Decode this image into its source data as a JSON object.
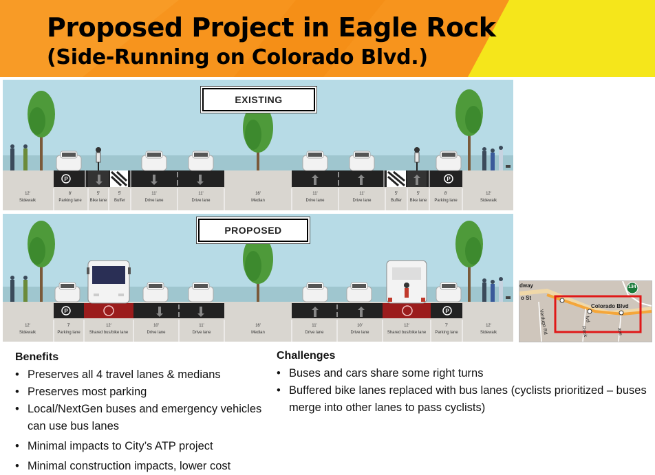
{
  "header": {
    "title_line1": "Proposed Project in Eagle Rock",
    "title_line2": "(Side-Running on Colorado Blvd.)",
    "colors": {
      "orange": "#f7941d",
      "yellow": "#f5e61b"
    }
  },
  "existing": {
    "banner": "EXISTING",
    "lanes": [
      {
        "width": "12'",
        "name": "Sidewalk"
      },
      {
        "width": "8'",
        "name": "Parking lane"
      },
      {
        "width": "5'",
        "name": "Bike lane"
      },
      {
        "width": "5'",
        "name": "Buffer"
      },
      {
        "width": "11'",
        "name": "Drive lane"
      },
      {
        "width": "11'",
        "name": "Drive lane"
      },
      {
        "width": "16'",
        "name": "Median"
      },
      {
        "width": "11'",
        "name": "Drive lane"
      },
      {
        "width": "11'",
        "name": "Drive lane"
      },
      {
        "width": "5'",
        "name": "Buffer"
      },
      {
        "width": "5'",
        "name": "Bike lane"
      },
      {
        "width": "8'",
        "name": "Parking lane"
      },
      {
        "width": "12'",
        "name": "Sidewalk"
      }
    ]
  },
  "proposed": {
    "banner": "PROPOSED",
    "lanes": [
      {
        "width": "12'",
        "name": "Sidewalk"
      },
      {
        "width": "7'",
        "name": "Parking lane"
      },
      {
        "width": "12'",
        "name": "Shared bus/bike lane"
      },
      {
        "width": "10'",
        "name": "Drive lane"
      },
      {
        "width": "11'",
        "name": "Drive lane"
      },
      {
        "width": "16'",
        "name": "Median"
      },
      {
        "width": "11'",
        "name": "Drive lane"
      },
      {
        "width": "10'",
        "name": "Drive lane"
      },
      {
        "width": "12'",
        "name": "Shared bus/bike lane"
      },
      {
        "width": "7'",
        "name": "Parking lane"
      },
      {
        "width": "12'",
        "name": "Sidewalk"
      }
    ]
  },
  "map": {
    "labels": {
      "top_left": "dway",
      "street_st": "o St",
      "colorado": "Colorado Blvd",
      "verdugo": "Verdugo Rd",
      "rock": "Rock",
      "lvd": "lvd",
      "ave": "ave",
      "route": "134"
    }
  },
  "benefits": {
    "title": "Benefits",
    "items": [
      "Preserves all 4 travel lanes & medians",
      "Preserves most parking",
      "Local/NextGen buses and emergency vehicles can use bus lanes",
      "Minimal impacts to City’s ATP project",
      "Minimal construction impacts, lower cost"
    ]
  },
  "challenges": {
    "title": "Challenges",
    "items": [
      "Buses and cars share some right turns",
      "Buffered bike lanes replaced with bus lanes (cyclists prioritized – buses merge into other lanes to pass cyclists)"
    ]
  }
}
